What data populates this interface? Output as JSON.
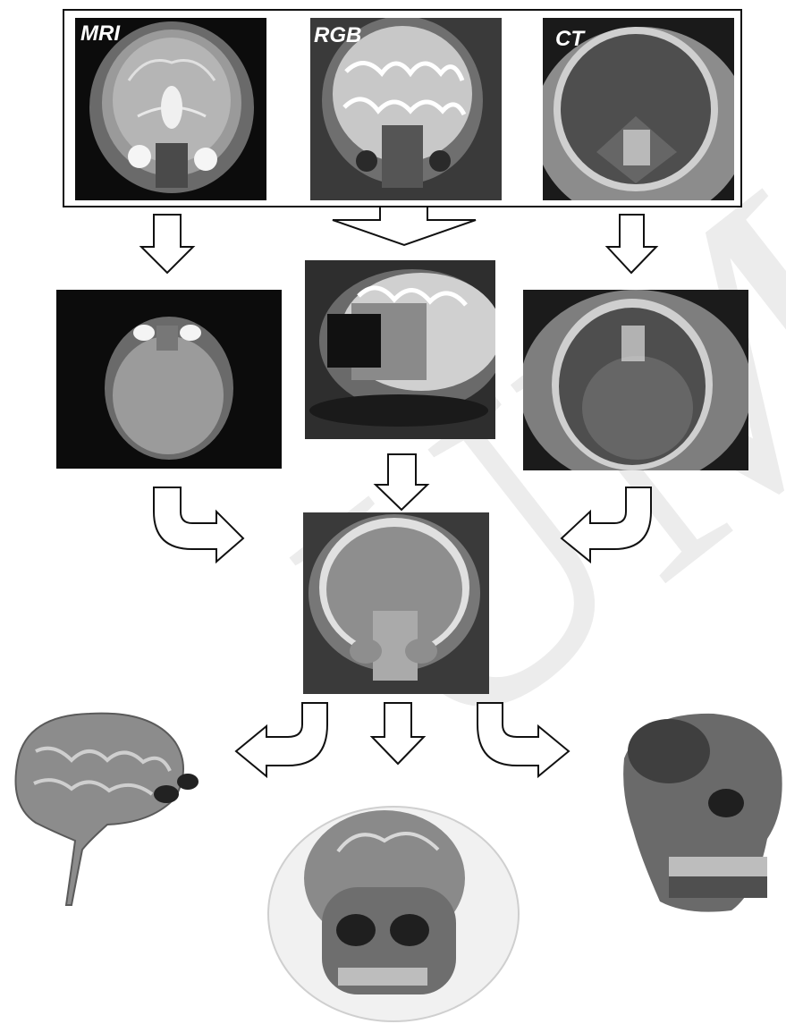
{
  "modalities": {
    "mri": "MRI",
    "rgb": "RGB",
    "ct": "CT"
  },
  "watermark": "UMCG",
  "colors": {
    "arrow_stroke": "#111111",
    "arrow_fill": "#ffffff",
    "panel_bg": "#0c0c0c",
    "watermark": "#e8e8e8"
  }
}
